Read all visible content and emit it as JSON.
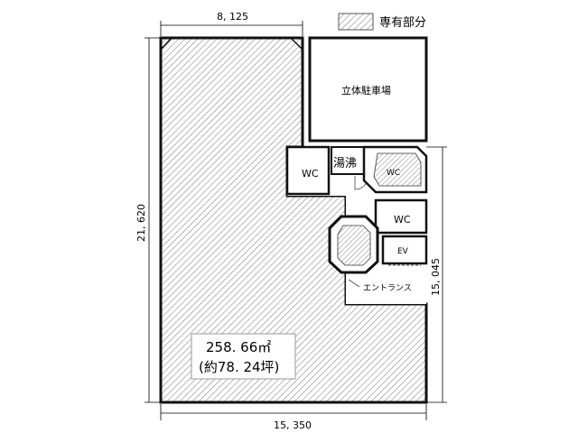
{
  "legend": {
    "label": "専有部分"
  },
  "dimensions": {
    "top_width": "8, 125",
    "bottom_width": "15, 350",
    "left_height": "21, 620",
    "right_height": "15, 045"
  },
  "rooms": {
    "parking": "立体駐車場",
    "wc_left": "WC",
    "kitchenette": "湯沸",
    "wc_right": "WC",
    "wc_small": "WC",
    "elevator": "EV",
    "entrance": "エントランス"
  },
  "area": {
    "sqm": "258. 66㎡",
    "tsubo": "(約78. 24坪)"
  },
  "colors": {
    "hatch": "#8a8a8a",
    "wall": "#111111",
    "fill": "#e8e8e8"
  }
}
